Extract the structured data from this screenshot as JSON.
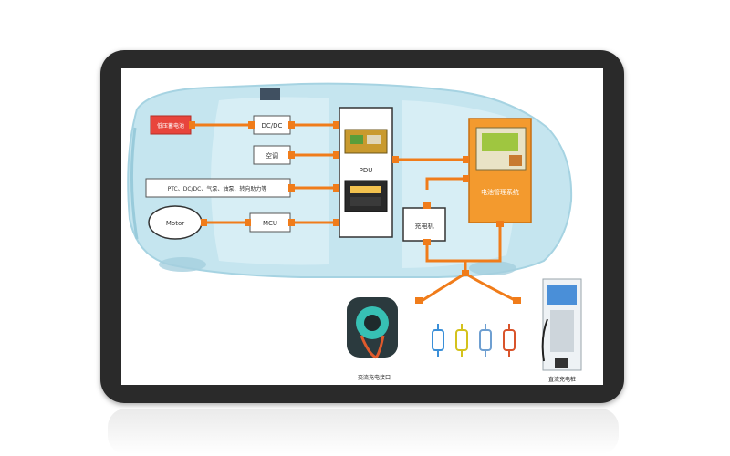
{
  "diagram": {
    "labels": {
      "low_voltage_battery": "低压蓄电池",
      "dcdc": "DC/DC",
      "ac": "空调",
      "ptc_box": "PTC、DC/DC、气泵、油泵、转向助力等",
      "motor": "Motor",
      "mcu": "MCU",
      "pdu": "PDU",
      "charger": "充电机",
      "battery_pack": "电池管理系统",
      "ac_port_caption": "交流充电接口",
      "dc_pile_caption": "直流充电桩"
    },
    "connector_colors": [
      "#3a8fd8",
      "#d4c21c",
      "#6e9fd1",
      "#d9542b"
    ],
    "colors": {
      "link": "#f07c1a",
      "battery_pack_fill": "#f39a2e",
      "low_voltage_battery_fill": "#e8453c",
      "car_body": "#bfe3ee"
    }
  }
}
